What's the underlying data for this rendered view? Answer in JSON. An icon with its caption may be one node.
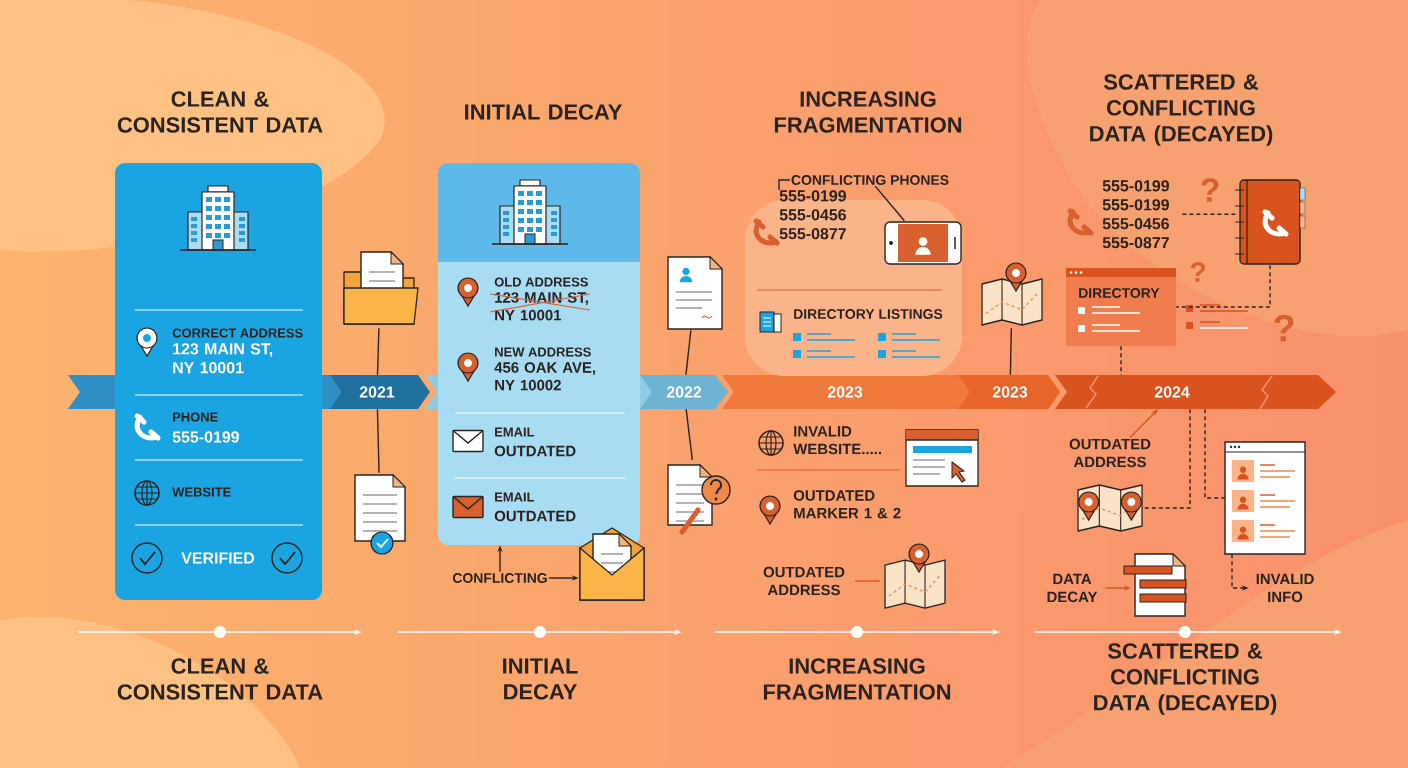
{
  "diagram": {
    "nodes": [
      {
        "text": [
          "CORRECT ADDRESS",
          "123 MAIN ST, NY 10001",
          "PHONE",
          "555-0199",
          "WEBSITE",
          "VERIFIED"
        ]
      },
      {
        "text": [
          "OLD ADDRESS",
          "123 MAIN ST, NY 10001",
          "NEW ADDRESS",
          "456 OAK AVE, NY 10002",
          "EMAIL",
          "OUTDATED",
          "EMAIL",
          "OUTDATED"
        ]
      },
      {
        "text": [],
        "shape": "picture"
      },
      {
        "text": [
          "2021"
        ]
      },
      {
        "text": [],
        "shape": "picture"
      },
      {
        "text": [
          "CONFLICTING"
        ]
      },
      {
        "text": [],
        "shape": "picture"
      },
      {
        "text": [],
        "shape": "picture"
      },
      {
        "text": [
          "2022"
        ]
      },
      {
        "text": [],
        "shape": "picture"
      },
      {
        "text": [
          "CONFLICTING PHONES"
        ]
      },
      {
        "text": [
          "555-0199 555-0456 555-0877"
        ]
      },
      {
        "text": [],
        "shape": "picture"
      },
      {
        "text": [
          "2023"
        ]
      },
      {
        "text": [
          "OUTDATED ADDRESS"
        ]
      },
      {
        "text": [],
        "shape": "picture"
      },
      {
        "text": [],
        "shape": "picture"
      },
      {
        "text": [
          "2023"
        ]
      },
      {
        "text": [
          "555-0199 555-0199 555-0456 555-0877"
        ]
      },
      {
        "text": [],
        "shape": "picture"
      },
      {
        "text": [
          "DIRECTORY"
        ]
      },
      {
        "text": [
          "2024"
        ]
      },
      {
        "text": [
          "OUTDATED ADDRESS"
        ]
      },
      {
        "text": [],
        "shape": "picture"
      },
      {
        "text": [
          "DATA DECAY"
        ]
      },
      {
        "text": [],
        "shape": "picture"
      },
      {
        "text": [],
        "shape": "picture"
      },
      {
        "text": [
          "INVALID INFO"
        ]
      }
    ],
    "edges": [
      {
        "from": 2,
        "to": 3,
        "arrow": "none"
      },
      {
        "from": 3,
        "to": 4,
        "arrow": "none"
      },
      {
        "from": 5,
        "to": 6,
        "arrow": "to"
      },
      {
        "from": 5,
        "to": 1,
        "arrow": "to"
      },
      {
        "from": 7,
        "to": 8,
        "arrow": "none"
      },
      {
        "from": 8,
        "to": 9,
        "arrow": "none"
      },
      {
        "from": 10,
        "to": 11,
        "arrow": "none"
      },
      {
        "from": 10,
        "to": 12,
        "arrow": "none"
      },
      {
        "from": 14,
        "to": 15,
        "arrow": "none",
        "color": "#d9531e"
      },
      {
        "from": 16,
        "to": 17,
        "arrow": "none"
      },
      {
        "from": 18,
        "to": 19,
        "arrow": "none",
        "style": "dashed"
      },
      {
        "from": 19,
        "to": 20,
        "arrow": "none",
        "style": "dashed"
      },
      {
        "from": 20,
        "to": 21,
        "arrow": "none",
        "style": "dashed"
      },
      {
        "from": 22,
        "to": 21,
        "arrow": "to",
        "color": "#d9531e"
      },
      {
        "from": 21,
        "to": 23,
        "arrow": "none",
        "style": "dashed"
      },
      {
        "from": 21,
        "to": 26,
        "arrow": "none",
        "style": "dashed"
      },
      {
        "from": 24,
        "to": 25,
        "arrow": "to",
        "color": "#d9531e"
      },
      {
        "from": 26,
        "to": 27,
        "arrow": "to",
        "style": "dashed"
      }
    ],
    "labels": [
      "CLEAN & CONSISTENT DATA",
      "INITIAL DECAY",
      "INCREASING FRAGMENTATION",
      "SCATTERED & CONFLICTING DATA (DECAYED)",
      "DIRECTORY LISTINGS",
      "INVALID WEBSITE.....",
      "OUTDATED MARKER 1 & 2",
      "?",
      "?",
      "?",
      "CLEAN & CONSISTENT DATA",
      "INITIAL DECAY",
      "INCREASING FRAGMENTATION",
      "SCATTERED & CONFLICTING DATA (DECAYED)"
    ]
  }
}
